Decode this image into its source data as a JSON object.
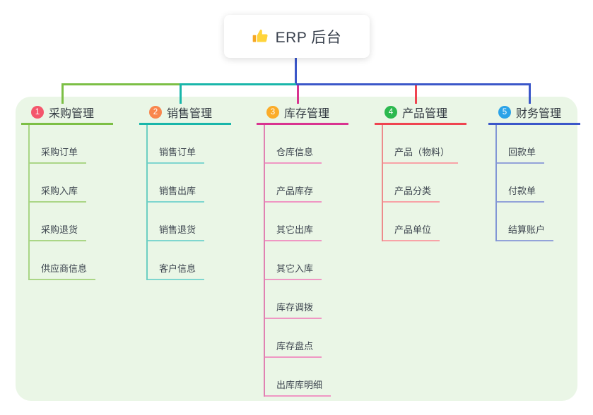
{
  "root": {
    "title": "ERP 后台",
    "icon": "thumbs-up-icon"
  },
  "panel_color": "#eaf6e6",
  "connector_color": "#3b57c9",
  "branches": [
    {
      "badge": "1",
      "title": "采购管理",
      "color": "#7cbf45",
      "light_color": "#abd687",
      "badge_color": "#f4566c",
      "children": [
        "采购订单",
        "采购入库",
        "采购退货",
        "供应商信息"
      ]
    },
    {
      "badge": "2",
      "title": "销售管理",
      "color": "#19b6aa",
      "light_color": "#7fd6cf",
      "badge_color": "#f9864d",
      "children": [
        "销售订单",
        "销售出库",
        "销售退货",
        "客户信息"
      ]
    },
    {
      "badge": "3",
      "title": "库存管理",
      "color": "#d93490",
      "light_color": "#ef97c3",
      "badge_color": "#fbac29",
      "children": [
        "仓库信息",
        "产品库存",
        "其它出库",
        "其它入库",
        "库存调拨",
        "库存盘点",
        "出库库明细"
      ]
    },
    {
      "badge": "4",
      "title": "产品管理",
      "color": "#ef4450",
      "light_color": "#f8a3a7",
      "badge_color": "#2cb94f",
      "children": [
        "产品（物料）",
        "产品分类",
        "产品单位"
      ]
    },
    {
      "badge": "5",
      "title": "财务管理",
      "color": "#3b57c9",
      "light_color": "#93a3d9",
      "badge_color": "#2ba3e8",
      "children": [
        "回款单",
        "付款单",
        "结算账户"
      ]
    }
  ]
}
